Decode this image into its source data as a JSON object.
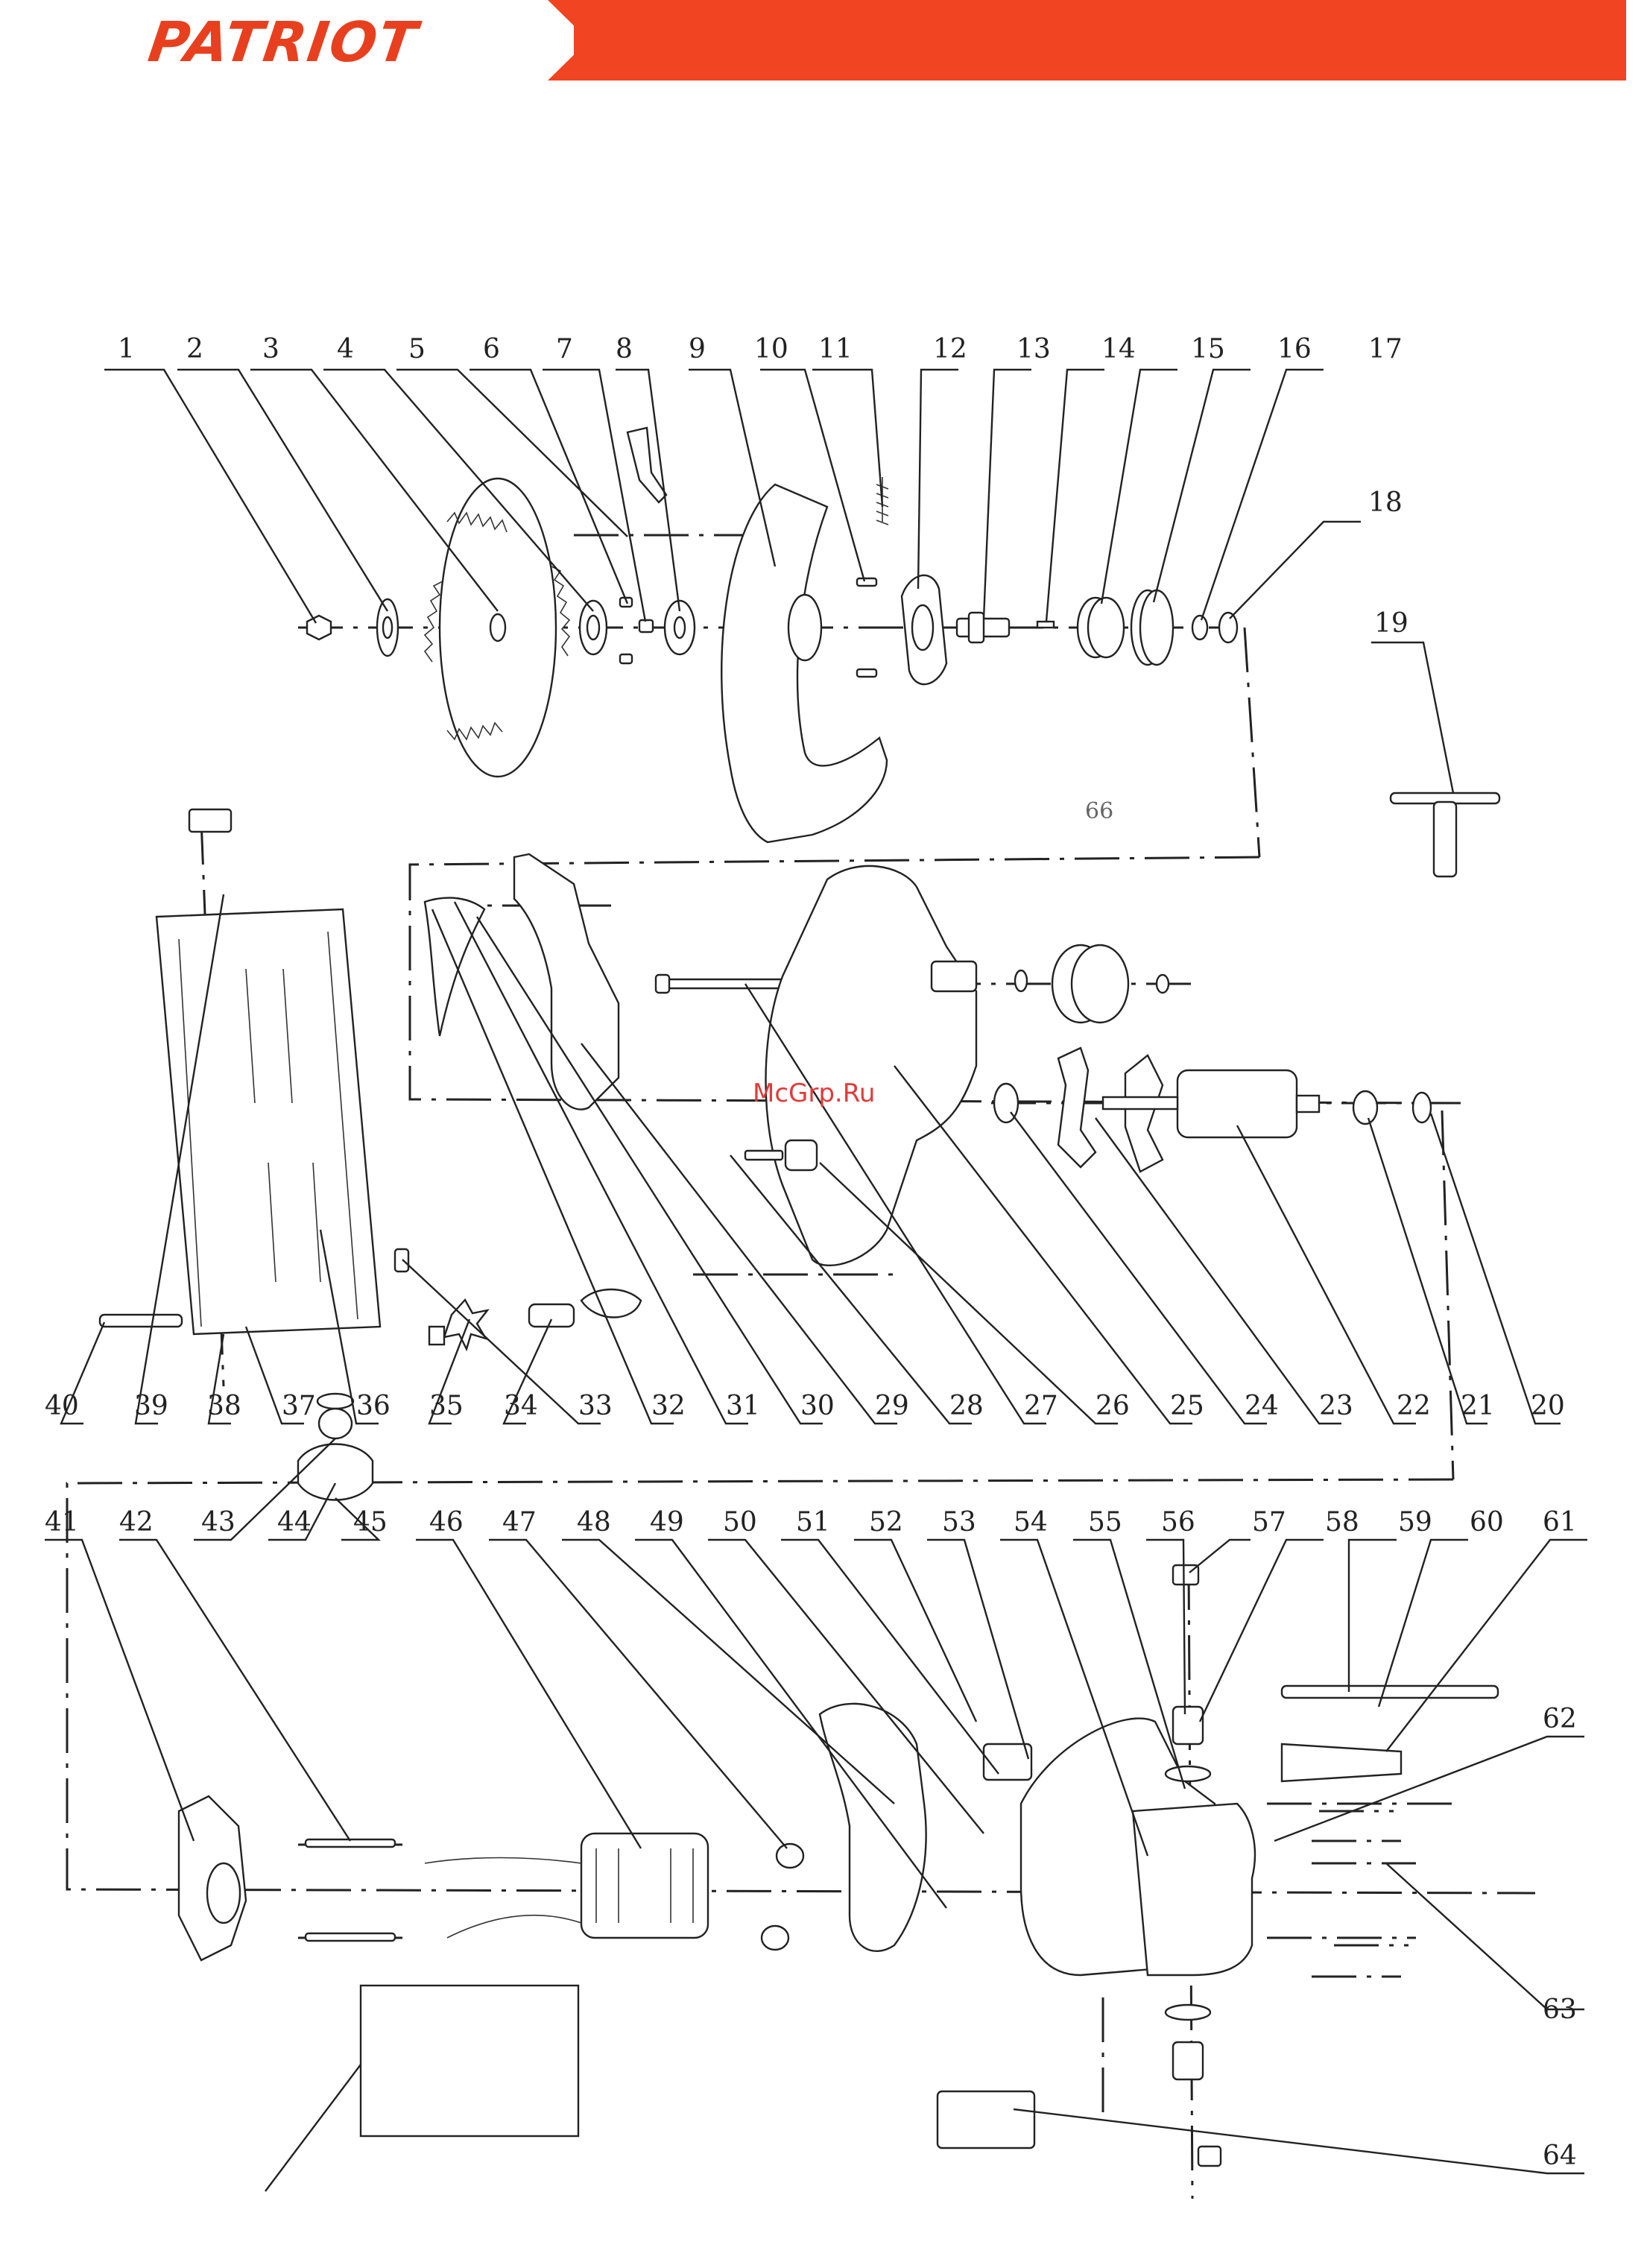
{
  "header": {
    "brand": "PATRIOT",
    "brand_color": "#e8401e",
    "bar_color": "#f04423"
  },
  "diagram": {
    "watermark": "McGrp.Ru",
    "handwritten_note": "66",
    "part_numbers": [
      "1",
      "2",
      "3",
      "4",
      "5",
      "6",
      "7",
      "8",
      "9",
      "10",
      "11",
      "12",
      "13",
      "14",
      "15",
      "16",
      "17",
      "18",
      "19",
      "20",
      "21",
      "22",
      "23",
      "24",
      "25",
      "26",
      "27",
      "28",
      "29",
      "30",
      "31",
      "32",
      "33",
      "34",
      "35",
      "36",
      "37",
      "38",
      "39",
      "40",
      "41",
      "42",
      "43",
      "44",
      "45",
      "46",
      "47",
      "48",
      "49",
      "50",
      "51",
      "52",
      "53",
      "54",
      "55",
      "56",
      "57",
      "58",
      "59",
      "60",
      "61",
      "62",
      "63",
      "64"
    ]
  }
}
